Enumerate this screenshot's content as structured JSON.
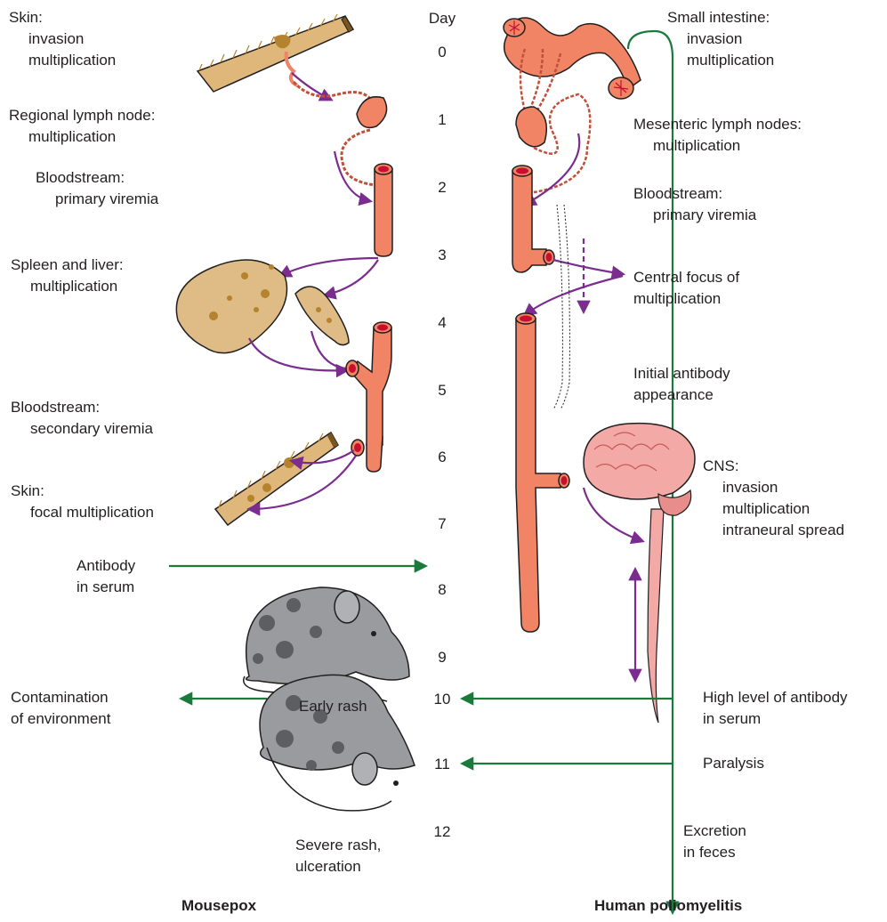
{
  "days": {
    "header": "Day",
    "values": [
      "0",
      "1",
      "2",
      "3",
      "4",
      "5",
      "6",
      "7",
      "8",
      "9",
      "10",
      "11",
      "12"
    ]
  },
  "mousepox": {
    "title": "Mousepox",
    "skin_invasion": {
      "heading": "Skin:",
      "line1": "invasion",
      "line2": "multiplication"
    },
    "regional_lymph": {
      "heading": "Regional lymph node:",
      "line1": "multiplication"
    },
    "bloodstream_primary": {
      "heading": "Bloodstream:",
      "line1": "primary viremia"
    },
    "spleen_liver": {
      "heading": "Spleen and liver:",
      "line1": "multiplication"
    },
    "bloodstream_secondary": {
      "heading": "Bloodstream:",
      "line1": "secondary viremia"
    },
    "skin_focal": {
      "heading": "Skin:",
      "line1": "focal multiplication"
    },
    "antibody": {
      "line1": "Antibody",
      "line2": "in serum"
    },
    "early_rash": "Early rash",
    "contamination": {
      "line1": "Contamination",
      "line2": "of environment"
    },
    "severe_rash": {
      "line1": "Severe rash,",
      "line2": "ulceration"
    }
  },
  "polio": {
    "title": "Human poliomyelitis",
    "small_intestine": {
      "heading": "Small intestine:",
      "line1": "invasion",
      "line2": "multiplication"
    },
    "mesenteric": {
      "heading": "Mesenteric lymph nodes:",
      "line1": "multiplication"
    },
    "bloodstream_primary": {
      "heading": "Bloodstream:",
      "line1": "primary viremia"
    },
    "central_focus": {
      "line1": "Central focus of",
      "line2": "multiplication"
    },
    "initial_antibody": {
      "line1": "Initial antibody",
      "line2": "appearance"
    },
    "cns": {
      "heading": "CNS:",
      "line1": "invasion",
      "line2": "multiplication",
      "line3": "intraneural spread"
    },
    "high_antibody": {
      "line1": "High level of antibody",
      "line2": "in serum"
    },
    "paralysis": "Paralysis",
    "excretion": {
      "line1": "Excretion",
      "line2": "in feces"
    }
  },
  "colors": {
    "tissue_fill": "#f08465",
    "tissue_stroke": "#231f20",
    "skin_fill": "#dfb77a",
    "organ_fill": "#dfbb85",
    "lesion": "#b5822d",
    "vessel_lumen": "#c8102e",
    "purple_arrow": "#7b2c8f",
    "green_arrow": "#1a7a3c",
    "brain_fill": "#f3a9a6",
    "mouse_fill": "#9a9b9e",
    "mouse_spot": "#5d5e61"
  }
}
